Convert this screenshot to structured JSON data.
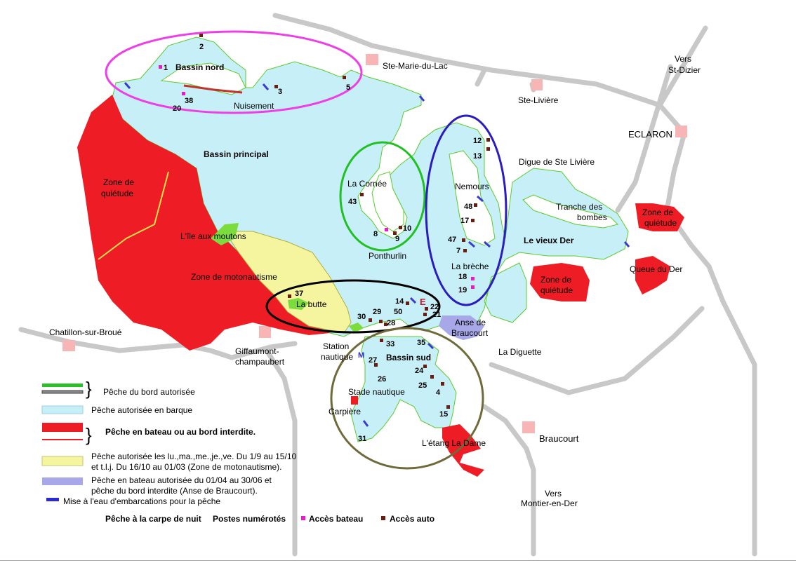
{
  "places": {
    "ste_marie": "Ste-Marie-du-Lac",
    "ste_liviere": "Ste-Livière",
    "vers_st_dizier_1": "Vers",
    "vers_st_dizier_2": "St-Dizier",
    "eclaron": "ECLARON",
    "digue": "Digue de Ste Livière",
    "tranche_1": "Tranche des",
    "tranche_2": "bombes",
    "zone_quietude_ne_1": "Zone de",
    "zone_quietude_ne_2": "quiétude",
    "queue_der": "Queue du Der",
    "vieux_der": "Le vieux Der",
    "zone_quietude_e_1": "Zone de",
    "zone_quietude_e_2": "quiétude",
    "anse_1": "Anse de",
    "anse_2": "Braucourt",
    "diguette": "La Diguette",
    "braucourt": "Braucourt",
    "vers_montier_1": "Vers",
    "vers_montier_2": "Montier-en-Der",
    "chatillon": "Chatillon-sur-Broué",
    "giffaumont_1": "Giffaumont-",
    "giffaumont_2": "champaubert",
    "station_1": "Station",
    "station_2": "nautique",
    "bassin_nord": "Bassin nord",
    "nuisement": "Nuisement",
    "bassin_principal": "Bassin principal",
    "zone_quietude_w_1": "Zone de",
    "zone_quietude_w_2": "quiétude",
    "ile_moutons": "L'île aux moutons",
    "zone_moto": "Zone  de  motonautisme",
    "la_butte": "La butte",
    "la_cornee": "La Cornée",
    "ponthurlin": "Ponthurlin",
    "nemours": "Nemours",
    "la_breche": "La brèche",
    "bassin_sud": "Bassin  sud",
    "stade_nautique": "Stade  nautique",
    "carpiere": "Carpière",
    "etang_dame": "L'étang La Dame"
  },
  "posts": {
    "p1": "1",
    "p2": "2",
    "p3": "3",
    "p5": "5",
    "p38": "38",
    "p20": "20",
    "p12": "12",
    "p13": "13",
    "p43": "43",
    "p8": "8",
    "p9": "9",
    "p10": "10",
    "p48": "48",
    "p17": "17",
    "p47": "47",
    "p7": "7",
    "p18": "18",
    "p19": "19",
    "p37": "37",
    "p14": "14",
    "p50": "50",
    "p22": "22",
    "p21": "21",
    "p29": "29",
    "p30": "30",
    "p28": "28",
    "p33": "33",
    "p35": "35",
    "p27": "27",
    "p26": "26",
    "p24": "24",
    "p25": "25",
    "p4": "4",
    "p15": "15",
    "p31": "31",
    "marker_e": "E",
    "marker_m": "M"
  },
  "legend": {
    "bord_autorise": "Pêche du bord autorisée",
    "barque": "Pêche autorisée en barque",
    "interdite": "Pêche en bateau ou au bord interdite.",
    "moto_1": "Pêche autorisée les lu.,ma.,me.,je.,ve. Du 1/9 au 15/10",
    "moto_2": "et t.l.j. Du 16/10 au 01/03 (Zone de motonautisme).",
    "anse_1": "Pêche en bateau autorisée du 01/04 au 30/06 et",
    "anse_2": "pêche du bord interdite (Anse de Braucourt).",
    "mise_eau": "Mise à l'eau d'embarcations pour la pêche",
    "carpe": "Pêche à la carpe de nuit",
    "postes": "Postes numérotés",
    "acces_bateau": "Accès bateau",
    "acces_auto": "Accès auto"
  },
  "colors": {
    "water": "#c6eff7",
    "forbidden": "#ee1c24",
    "moto": "#f5f5a0",
    "anse": "#a8a8e8",
    "green": "#5ccc2e",
    "road": "#c8c8c8",
    "village": "#f7b5b5",
    "circle_nord": "#ee3ee6",
    "circle_cornee": "#22c022",
    "circle_nemours": "#2a1cc0",
    "circle_butte": "#000000",
    "circle_sud": "#6e6a3a",
    "access_boat": "#e81acb",
    "access_car": "#6b1d12"
  }
}
